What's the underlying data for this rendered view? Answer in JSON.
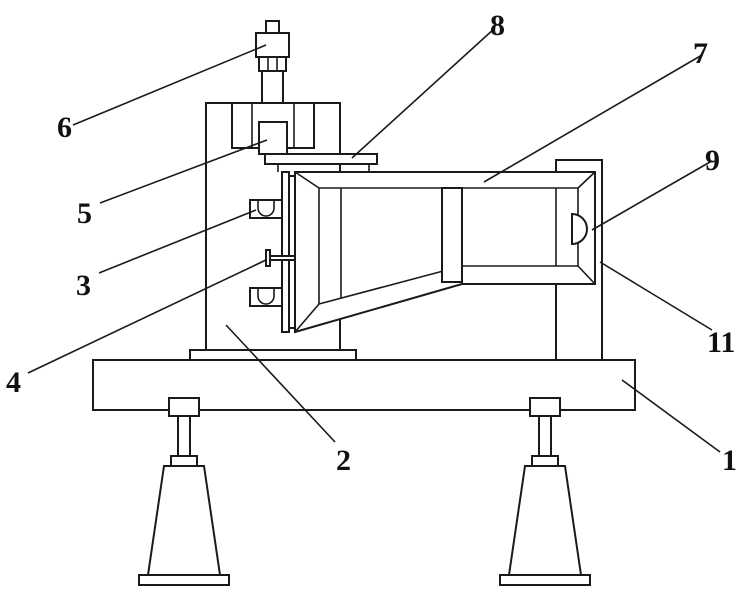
{
  "diagram": {
    "callouts": [
      "6",
      "8",
      "7",
      "9",
      "5",
      "3",
      "4",
      "2",
      "11",
      "1"
    ]
  }
}
